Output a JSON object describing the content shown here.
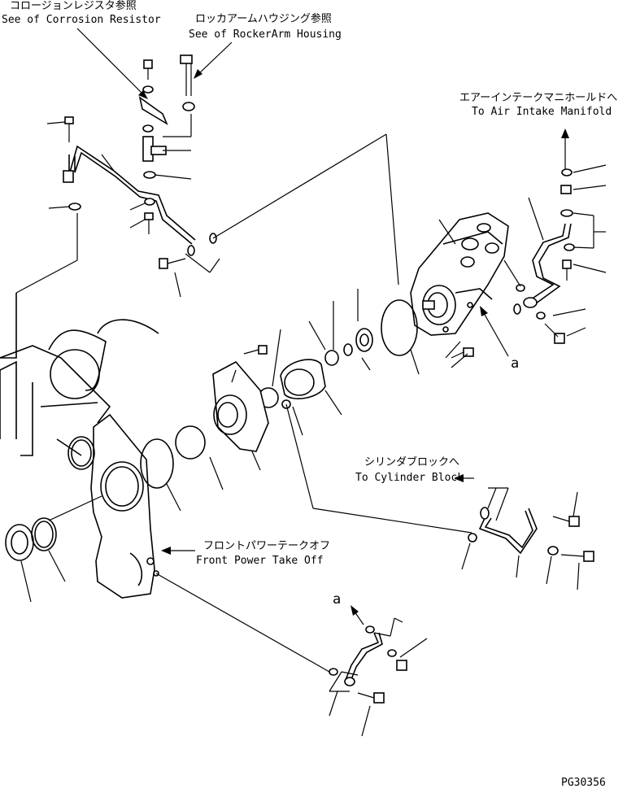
{
  "labels": {
    "corrosion_jp": "コロージョンレジスタ参照",
    "corrosion_en": "See of Corrosion Resistor",
    "rocker_jp": "ロッカアームハウジング参照",
    "rocker_en": "See of RockerArm Housing",
    "intake_jp": "エアーインテークマニホールドへ",
    "intake_en": "To Air Intake Manifold",
    "cylinder_jp": "シリンダブロックへ",
    "cylinder_en": "To Cylinder Block",
    "fpto_jp": "フロントパワーテークオフ",
    "fpto_en": "Front Power Take Off",
    "ref_a_top": "a",
    "ref_a_bottom": "a",
    "drawing_number": "PG30356"
  }
}
